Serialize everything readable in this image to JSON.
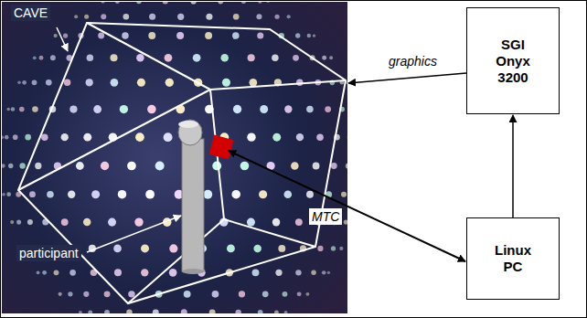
{
  "diagram": {
    "nodes": [
      {
        "text": [
          "SGI Onyx 3200"
        ]
      },
      {
        "text": [
          "Linux PC"
        ]
      }
    ],
    "edges": [
      {
        "from": 1,
        "to": 0,
        "arrow": "to"
      }
    ],
    "labels": [
      "CAVE",
      "participant",
      "graphics",
      "MTC"
    ]
  }
}
